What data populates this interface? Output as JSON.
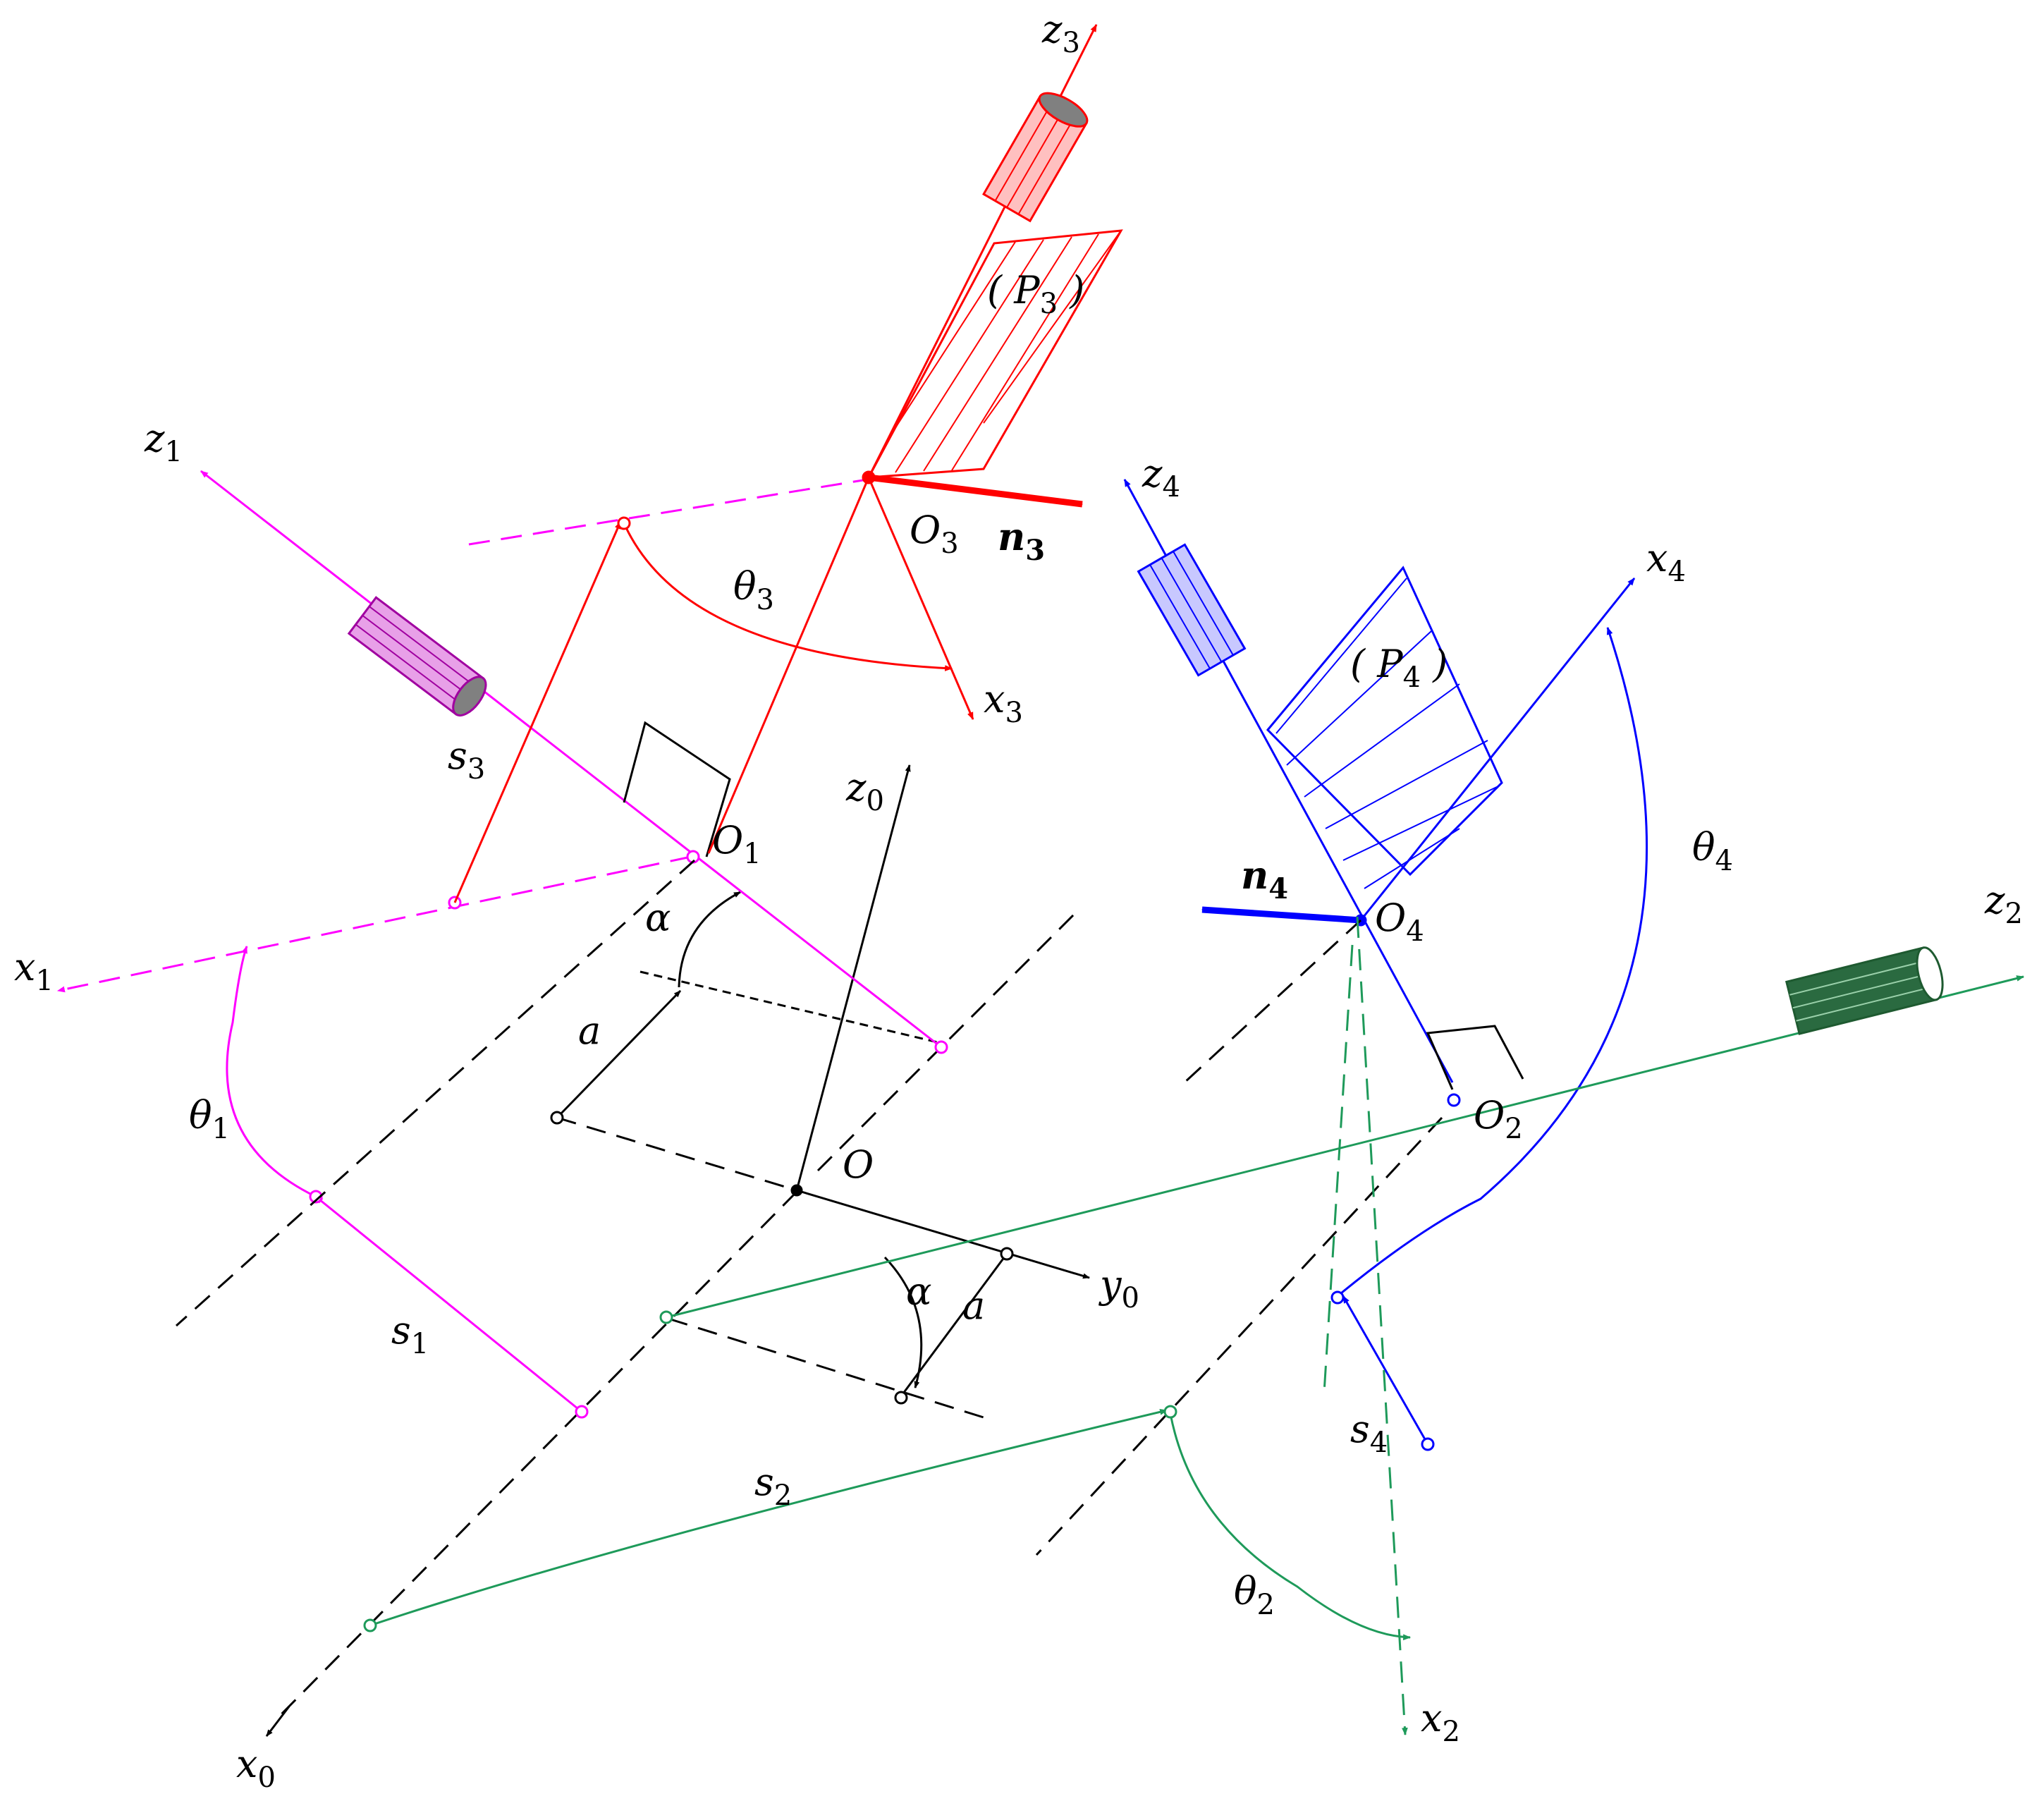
{
  "colors": {
    "black": "#000000",
    "frame1": "#ff00ff",
    "frame2": "#1e9a5a",
    "frame3": "#ff0000",
    "frame4": "#0000ff"
  },
  "labels": {
    "z0": {
      "main": "z",
      "sub": "0"
    },
    "y0": {
      "main": "y",
      "sub": "0"
    },
    "x0": {
      "main": "x",
      "sub": "0"
    },
    "O": {
      "main": "O",
      "sub": ""
    },
    "a_top": {
      "main": "a",
      "sub": ""
    },
    "alpha_top": {
      "main": "α",
      "sub": ""
    },
    "alpha_bottom": {
      "main": "α",
      "sub": ""
    },
    "a_bottom": {
      "main": "a",
      "sub": ""
    },
    "z1": {
      "main": "z",
      "sub": "1"
    },
    "x1": {
      "main": "x",
      "sub": "1"
    },
    "O1": {
      "main": "O",
      "sub": "1"
    },
    "theta1": {
      "main": "θ",
      "sub": "1"
    },
    "s1": {
      "main": "s",
      "sub": "1"
    },
    "s3": {
      "main": "s",
      "sub": "3"
    },
    "z3": {
      "main": "z",
      "sub": "3"
    },
    "x3": {
      "main": "x",
      "sub": "3"
    },
    "O3": {
      "main": "O",
      "sub": "3"
    },
    "n3": {
      "main": "n",
      "sub": "3"
    },
    "theta3": {
      "main": "θ",
      "sub": "3"
    },
    "P3": {
      "main": "( P",
      "sub": "3",
      "tail": " )"
    },
    "z4": {
      "main": "z",
      "sub": "4"
    },
    "x4": {
      "main": "x",
      "sub": "4"
    },
    "O4": {
      "main": "O",
      "sub": "4"
    },
    "n4": {
      "main": "n",
      "sub": "4"
    },
    "theta4": {
      "main": "θ",
      "sub": "4"
    },
    "P4": {
      "main": "( P",
      "sub": "4",
      "tail": " )"
    },
    "s4": {
      "main": "s",
      "sub": "4"
    },
    "z2": {
      "main": "z",
      "sub": "2"
    },
    "x2": {
      "main": "x",
      "sub": "2"
    },
    "O2": {
      "main": "O",
      "sub": "2"
    },
    "theta2": {
      "main": "θ",
      "sub": "2"
    },
    "s2": {
      "main": "s",
      "sub": "2"
    }
  }
}
